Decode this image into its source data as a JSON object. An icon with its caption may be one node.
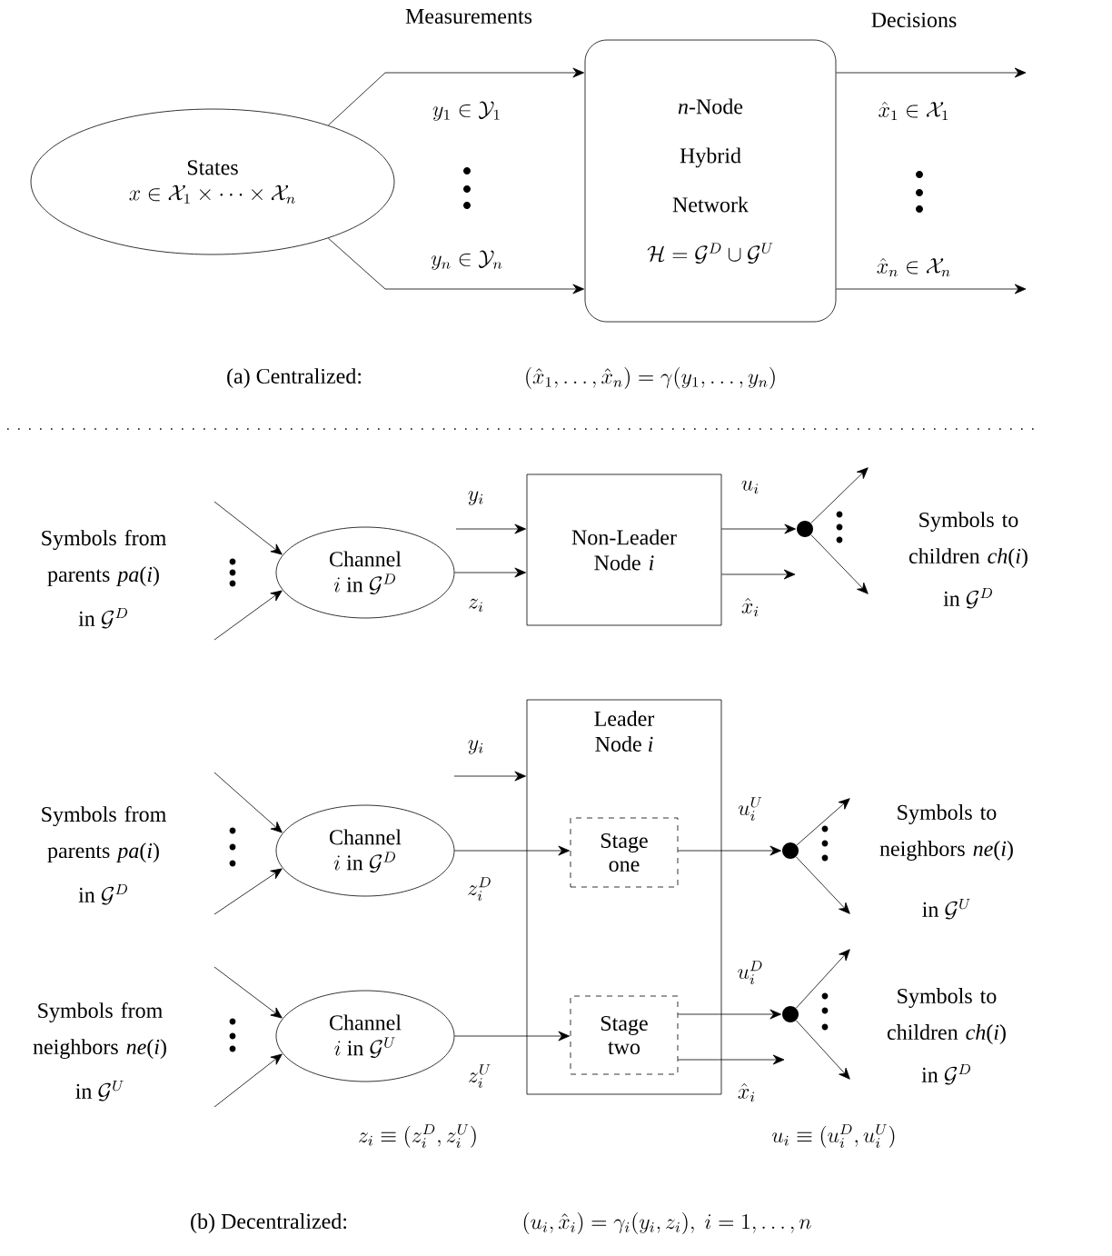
{
  "diagram": {
    "nodes": [
      {
        "text": [
          "States",
          "x \\in \\mathcal{X}_1 \\times \\cdots \\times \\mathcal{X}_n"
        ]
      },
      {
        "text": [
          "*n*-Node Hybrid Network",
          "\\mathcal{H} = \\mathcal{G}^D \\cup \\mathcal{G}^U"
        ]
      },
      {
        "text": [
          "Channel",
          "i \\text{ in } \\mathcal{G}^D"
        ]
      },
      {
        "text": [
          "Non-Leader Node *i*"
        ]
      },
      {
        "text": [],
        "shape": "circle"
      },
      {
        "text": [
          "Leader Node *i*"
        ]
      },
      {
        "text": [
          "Stage one"
        ],
        "in": 5
      },
      {
        "text": [
          "Stage two"
        ],
        "in": 5
      },
      {
        "text": [
          "Channel",
          "i \\text{ in } \\mathcal{G}^D"
        ]
      },
      {
        "text": [
          "Channel",
          "i \\text{ in } \\mathcal{G}^U"
        ]
      },
      {
        "text": [],
        "shape": "circle"
      },
      {
        "text": [],
        "shape": "circle"
      }
    ],
    "edges": [
      {
        "from": 0,
        "to": 1,
        "arrow": "to",
        "label": "y_1 \\in \\mathcal{Y}_1"
      },
      {
        "from": 0,
        "to": 1,
        "arrow": "to",
        "label": "y_n \\in \\mathcal{Y}_n"
      },
      {
        "from": 1,
        "to": null,
        "arrow": "to",
        "label": "\\hat{x}_1 \\in \\mathcal{X}_1"
      },
      {
        "from": 1,
        "to": null,
        "arrow": "to",
        "label": "\\hat{x}_n \\in \\mathcal{X}_n"
      },
      {
        "from": null,
        "to": 2,
        "arrow": "to"
      },
      {
        "from": null,
        "to": 2,
        "arrow": "to"
      },
      {
        "from": null,
        "to": 3,
        "arrow": "to",
        "label": "y_i"
      },
      {
        "from": 2,
        "to": 3,
        "arrow": "to",
        "label": "z_i"
      },
      {
        "from": 3,
        "to": 4,
        "arrow": "to",
        "label": "u_i"
      },
      {
        "from": 3,
        "to": null,
        "arrow": "to",
        "label": "\\hat{x}_i"
      },
      {
        "from": 4,
        "to": null,
        "arrow": "to"
      },
      {
        "from": 4,
        "to": null,
        "arrow": "to"
      },
      {
        "from": null,
        "to": 8,
        "arrow": "to"
      },
      {
        "from": null,
        "to": 8,
        "arrow": "to"
      },
      {
        "from": null,
        "to": 9,
        "arrow": "to"
      },
      {
        "from": null,
        "to": 9,
        "arrow": "to"
      },
      {
        "from": null,
        "to": 5,
        "arrow": "to",
        "label": "y_i"
      },
      {
        "from": 8,
        "to": 6,
        "arrow": "to",
        "label": "z_i^D"
      },
      {
        "from": 9,
        "to": 7,
        "arrow": "to",
        "label": "z_i^U"
      },
      {
        "from": 6,
        "to": 10,
        "arrow": "to",
        "label": "u_i^U"
      },
      {
        "from": 7,
        "to": 11,
        "arrow": "to",
        "label": "u_i^D"
      },
      {
        "from": 7,
        "to": null,
        "arrow": "to",
        "label": "\\hat{x}_i"
      },
      {
        "from": 10,
        "to": null,
        "arrow": "to"
      },
      {
        "from": 10,
        "to": null,
        "arrow": "to"
      },
      {
        "from": 11,
        "to": null,
        "arrow": "to"
      },
      {
        "from": 11,
        "to": null,
        "arrow": "to"
      }
    ],
    "labels": [
      "Measurements",
      "Decisions",
      "(a) Centralized:",
      "(\\hat{x}_1, \\ldots, \\hat{x}_n) = \\gamma(y_1, \\ldots, y_n)",
      "Symbols from parents *pa*(*i*)",
      "\\text{in } \\mathcal{G}^D",
      "Symbols to children *ch*(*i*)",
      "\\text{in } \\mathcal{G}^D",
      "Symbols from parents *pa*(*i*)",
      "\\text{in } \\mathcal{G}^D",
      "Symbols to neighbors *ne*(*i*)",
      "\\text{in } \\mathcal{G}^U",
      "Symbols from neighbors *ne*(*i*)",
      "\\text{in } \\mathcal{G}^U",
      "Symbols to children *ch*(*i*)",
      "\\text{in } \\mathcal{G}^D",
      "z_i \\equiv (z_i^D, z_i^U)",
      "u_i \\equiv (u_i^D, u_i^U)",
      "(b) Decentralized:",
      "(u_i, \\hat{x}_i) = \\gamma_i(y_i, z_i),\\ i = 1, \\ldots, n"
    ]
  }
}
